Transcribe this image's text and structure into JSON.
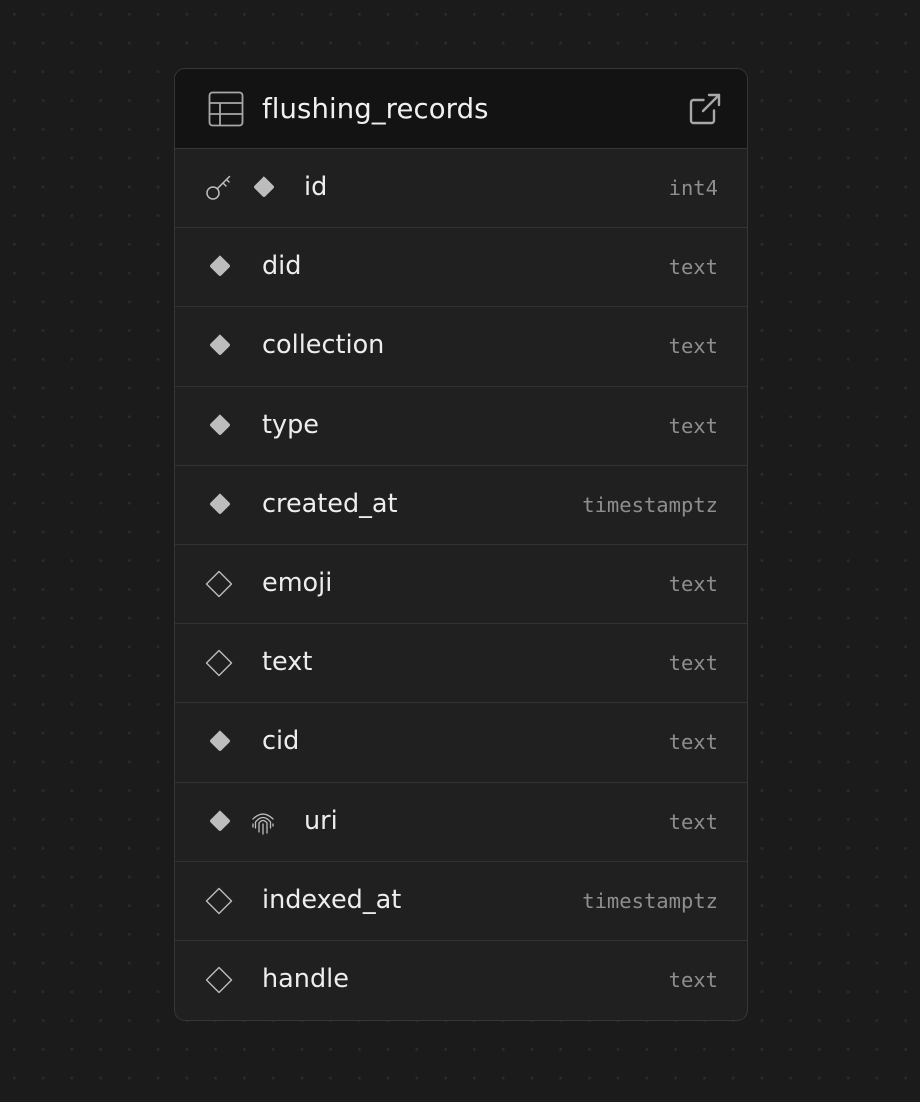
{
  "table": {
    "name": "flushing_records",
    "columns": [
      {
        "name": "id",
        "type": "int4",
        "primary_key": true,
        "nullable": false,
        "unique": false
      },
      {
        "name": "did",
        "type": "text",
        "primary_key": false,
        "nullable": false,
        "unique": false
      },
      {
        "name": "collection",
        "type": "text",
        "primary_key": false,
        "nullable": false,
        "unique": false
      },
      {
        "name": "type",
        "type": "text",
        "primary_key": false,
        "nullable": false,
        "unique": false
      },
      {
        "name": "created_at",
        "type": "timestamptz",
        "primary_key": false,
        "nullable": false,
        "unique": false
      },
      {
        "name": "emoji",
        "type": "text",
        "primary_key": false,
        "nullable": true,
        "unique": false
      },
      {
        "name": "text",
        "type": "text",
        "primary_key": false,
        "nullable": true,
        "unique": false
      },
      {
        "name": "cid",
        "type": "text",
        "primary_key": false,
        "nullable": false,
        "unique": false
      },
      {
        "name": "uri",
        "type": "text",
        "primary_key": false,
        "nullable": false,
        "unique": true
      },
      {
        "name": "indexed_at",
        "type": "timestamptz",
        "primary_key": false,
        "nullable": true,
        "unique": false
      },
      {
        "name": "handle",
        "type": "text",
        "primary_key": false,
        "nullable": true,
        "unique": false
      }
    ]
  },
  "icons": {
    "header": "table-icon",
    "open": "external-link-icon",
    "primary_key": "key-icon",
    "not_null": "filled-diamond-icon",
    "nullable": "outline-diamond-icon",
    "unique": "fingerprint-icon"
  },
  "colors": {
    "background": "#1b1b1b",
    "card": "#202020",
    "header": "#131313",
    "border": "#363636",
    "text": "#ededed",
    "type_text": "#8e8e8e",
    "icon": "#bdbdbd"
  }
}
